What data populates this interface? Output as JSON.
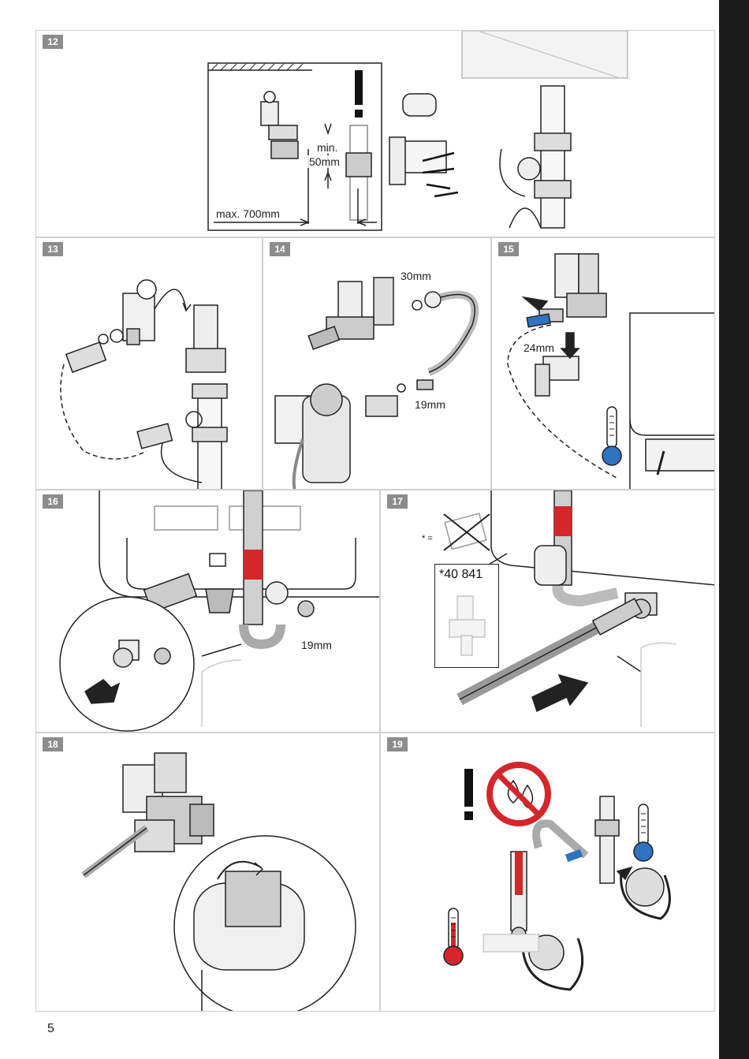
{
  "page_number": "5",
  "colors": {
    "cold": "#2f73c2",
    "hot": "#d4262b",
    "step_badge": "#8c8c8c",
    "line": "#222222"
  },
  "panels": [
    {
      "step": "12",
      "labels": {
        "min": "min.",
        "min_value": "50mm",
        "max": "max. 700mm"
      }
    },
    {
      "step": "13"
    },
    {
      "step": "14",
      "labels": {
        "nut": "30mm",
        "fitting": "19mm"
      }
    },
    {
      "step": "15",
      "labels": {
        "wrench": "24mm"
      }
    },
    {
      "step": "16",
      "labels": {
        "wrench": "19mm"
      }
    },
    {
      "step": "17",
      "labels": {
        "equals": "* =",
        "article": "*40 841"
      }
    },
    {
      "step": "18"
    },
    {
      "step": "19"
    }
  ],
  "icons": {
    "warning": "exclamation-icon",
    "cold_water": "thermometer-cold-icon",
    "hot_water": "thermometer-hot-icon",
    "no_drip": "no-drip-icon"
  }
}
